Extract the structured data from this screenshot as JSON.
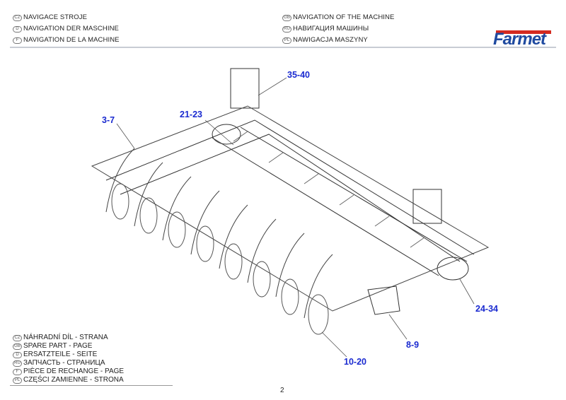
{
  "header": {
    "left": [
      {
        "code": "CZ",
        "text": "NAVIGACE STROJE"
      },
      {
        "code": "D",
        "text": "NAVIGATION DER MASCHINE"
      },
      {
        "code": "F",
        "text": "NAVIGATION DE LA MACHINE"
      }
    ],
    "right": [
      {
        "code": "GB",
        "text": "NAVIGATION OF THE MACHINE"
      },
      {
        "code": "RU",
        "text": "НАВИГАЦИЯ МАШИНЫ"
      },
      {
        "code": "PL",
        "text": "NAWIGACJA MASZYNY"
      }
    ],
    "logo": "Farmet",
    "logo_colors": {
      "red": "#d42a20",
      "blue": "#1f4aa0"
    }
  },
  "callouts": [
    "35-40",
    "21-23",
    "3-7",
    "24-34",
    "8-9",
    "10-20"
  ],
  "callout_color": "#1a2ad0",
  "footer": [
    {
      "code": "CZ",
      "text": "NÁHRADNÍ DÍL - STRANA"
    },
    {
      "code": "GB",
      "text": "SPARE PART - PAGE"
    },
    {
      "code": "D",
      "text": "ERSATZTEILE - SEITE"
    },
    {
      "code": "RU",
      "text": "ЗАПЧАСТЬ - СТРАНИЦА"
    },
    {
      "code": "F",
      "text": "PIÈCE DE RECHANGE - PAGE"
    },
    {
      "code": "PL",
      "text": "CZĘŚCI ZAMIENNE - STRONA"
    }
  ],
  "page_number": "2"
}
